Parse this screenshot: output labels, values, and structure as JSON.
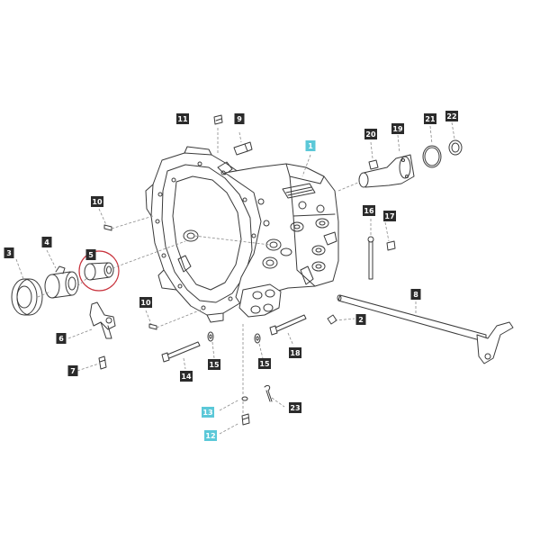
{
  "diagram": {
    "style": {
      "line_color": "#3a3a3a",
      "leader_color": "#8a8a8a",
      "callout_dark": "#2b2b2b",
      "callout_highlight": "#5bc8d8",
      "callout_text_light": "#ffffff",
      "callout_text_dark": "#ffffff",
      "highlight_circle": "#c8323c"
    },
    "callouts": [
      {
        "id": "c11",
        "label": "11",
        "highlight": false
      },
      {
        "id": "c9",
        "label": "9",
        "highlight": false
      },
      {
        "id": "c1",
        "label": "1",
        "highlight": true
      },
      {
        "id": "c20",
        "label": "20",
        "highlight": false
      },
      {
        "id": "c19",
        "label": "19",
        "highlight": false
      },
      {
        "id": "c21",
        "label": "21",
        "highlight": false
      },
      {
        "id": "c22",
        "label": "22",
        "highlight": false
      },
      {
        "id": "c10a",
        "label": "10",
        "highlight": false
      },
      {
        "id": "c16",
        "label": "16",
        "highlight": false
      },
      {
        "id": "c17",
        "label": "17",
        "highlight": false
      },
      {
        "id": "c3",
        "label": "3",
        "highlight": false
      },
      {
        "id": "c4",
        "label": "4",
        "highlight": false
      },
      {
        "id": "c5",
        "label": "5",
        "highlight": false
      },
      {
        "id": "c8",
        "label": "8",
        "highlight": false
      },
      {
        "id": "c10b",
        "label": "10",
        "highlight": false
      },
      {
        "id": "c2",
        "label": "2",
        "highlight": false
      },
      {
        "id": "c6",
        "label": "6",
        "highlight": false
      },
      {
        "id": "c18",
        "label": "18",
        "highlight": false
      },
      {
        "id": "c7",
        "label": "7",
        "highlight": false
      },
      {
        "id": "c14",
        "label": "14",
        "highlight": false
      },
      {
        "id": "c15a",
        "label": "15",
        "highlight": false
      },
      {
        "id": "c15b",
        "label": "15",
        "highlight": false
      },
      {
        "id": "c13",
        "label": "13",
        "highlight": true
      },
      {
        "id": "c23",
        "label": "23",
        "highlight": false
      },
      {
        "id": "c12",
        "label": "12",
        "highlight": true
      }
    ]
  }
}
